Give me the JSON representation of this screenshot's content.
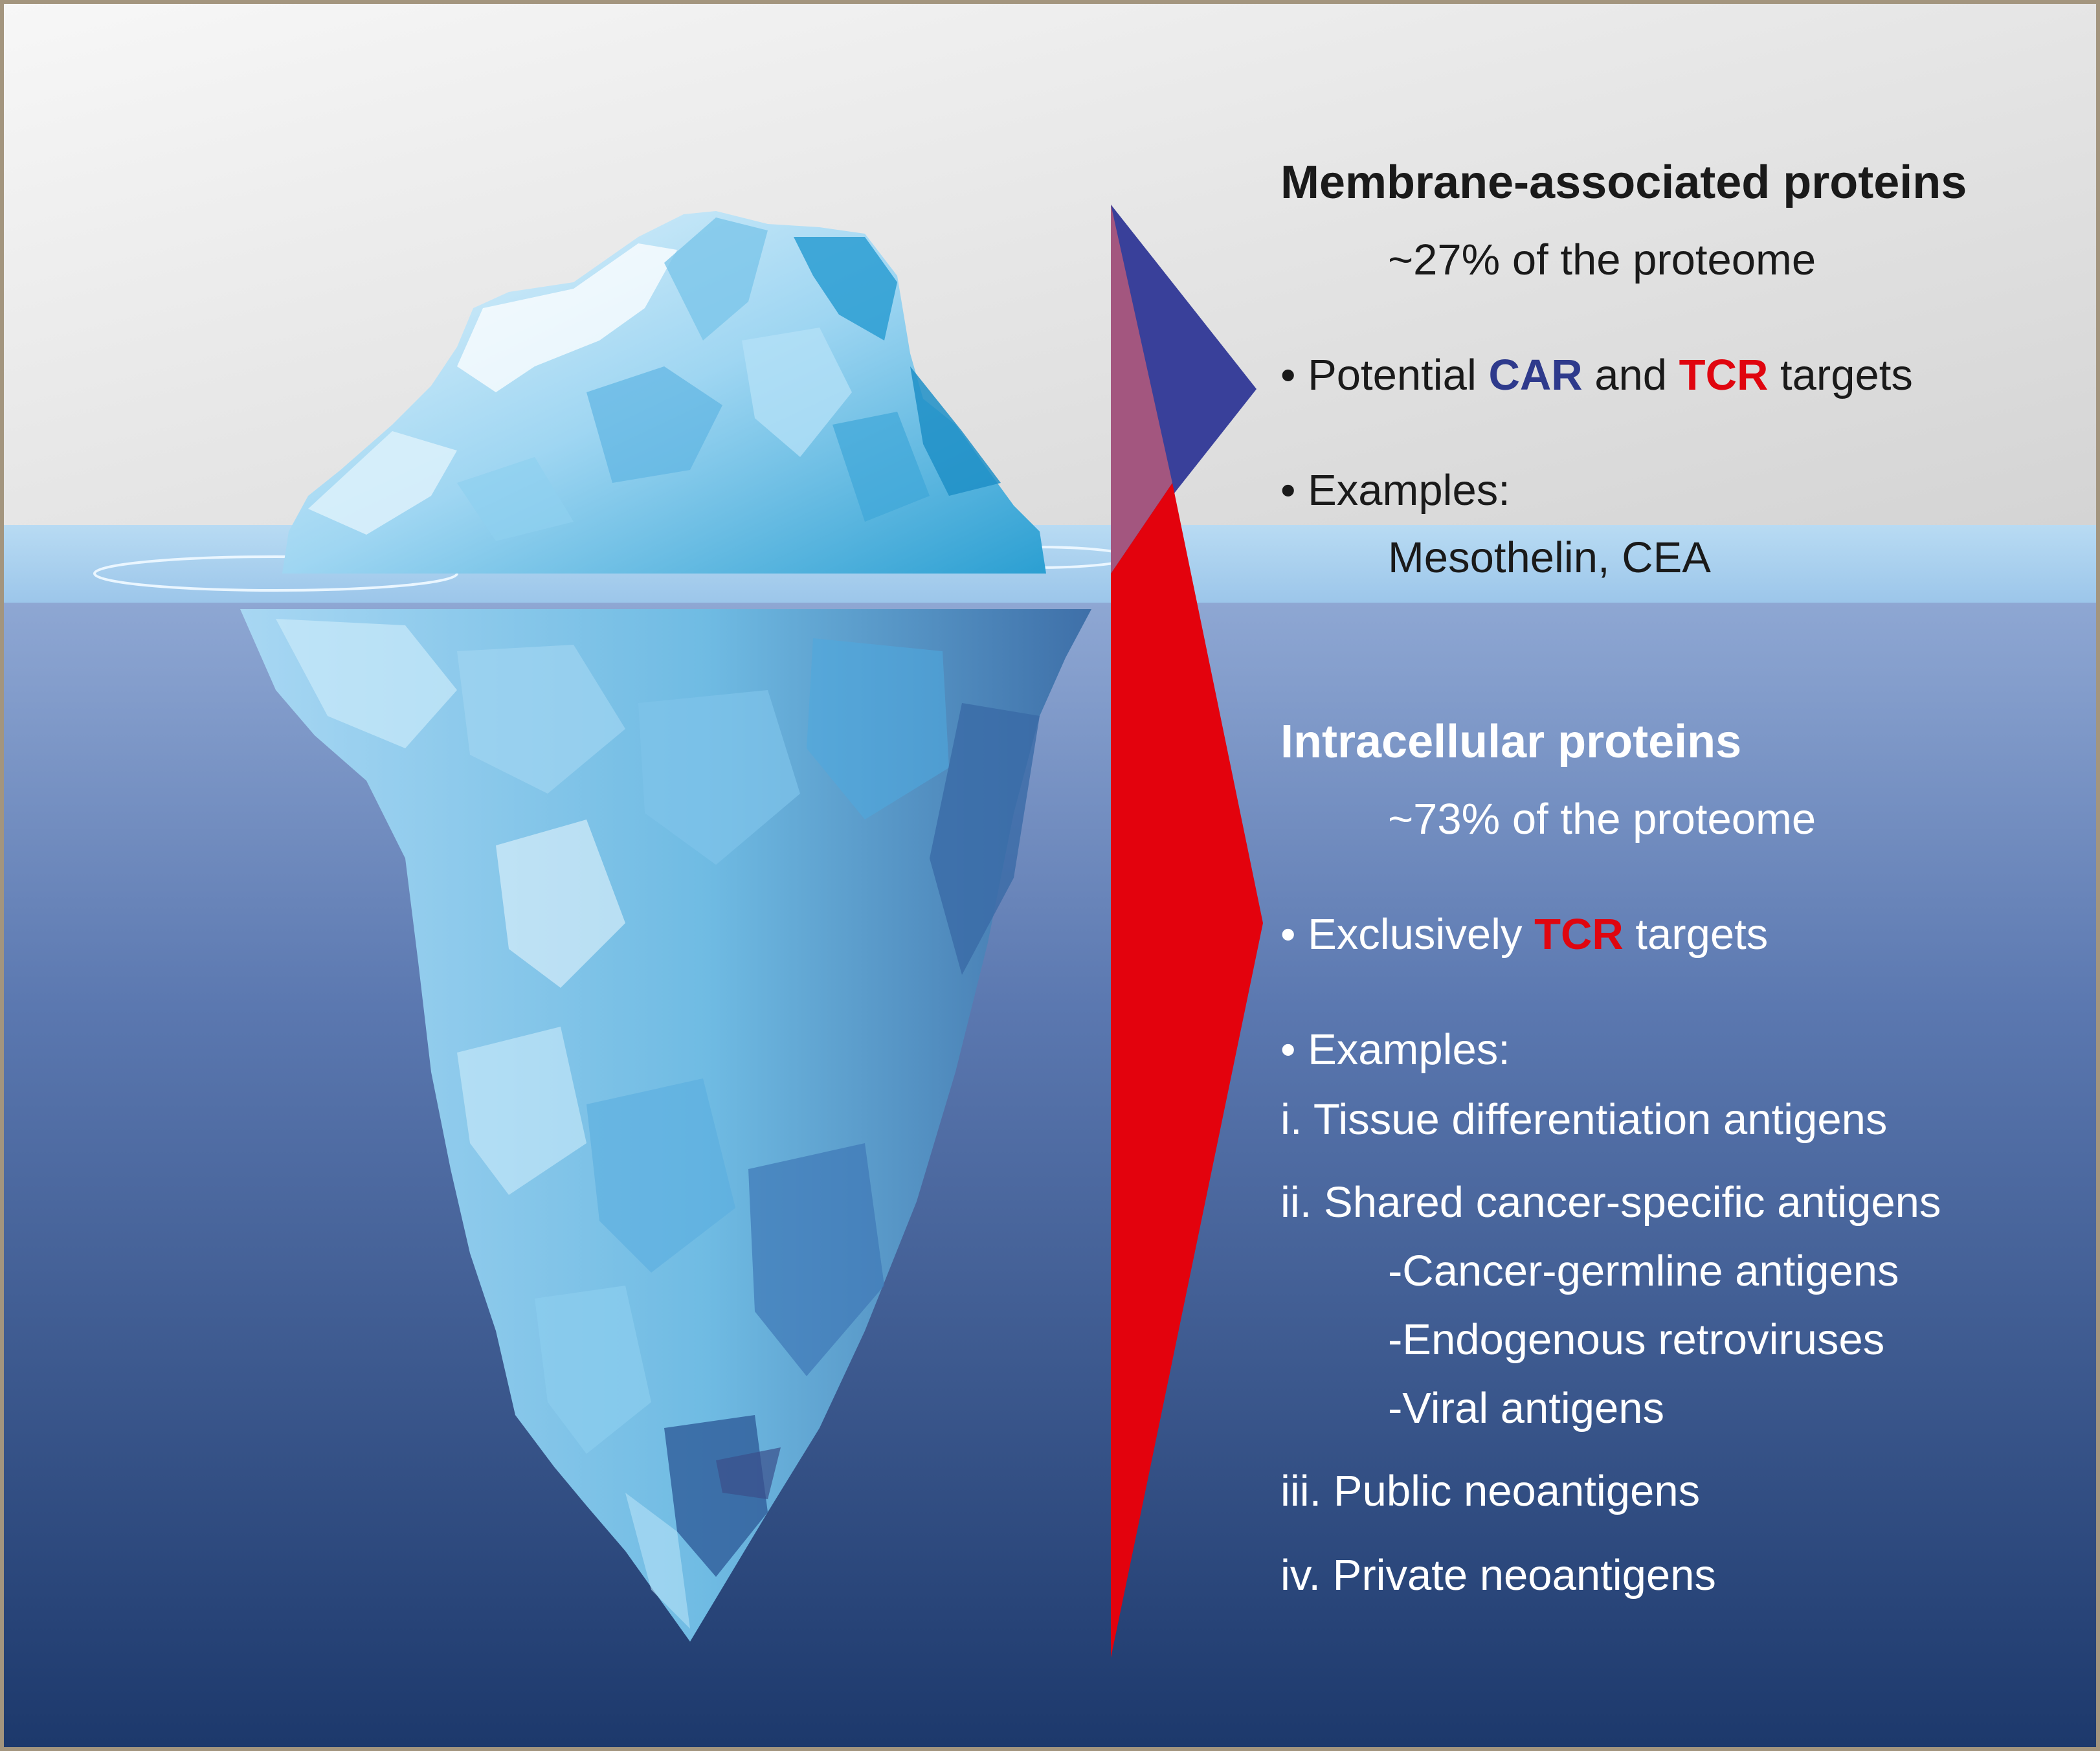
{
  "colors": {
    "sky_top": "#f5f5f5",
    "sky_bottom": "#d7d7d7",
    "waterline": "#a9d0ee",
    "sea_top": "#8aa3d0",
    "sea_bottom": "#1d3a6c",
    "car_blue": "#2e3a8c",
    "tcr_red": "#e0050f",
    "triangle_blue": "#39409a",
    "triangle_red": "#e3020d",
    "frame": "#a3957e"
  },
  "icons": [
    "iceberg-illustration",
    "membrane-pointer-triangle",
    "intracellular-pointer-triangle"
  ],
  "membrane": {
    "title": "Membrane-associated proteins",
    "share": "~27% of the proteome",
    "targets": {
      "bullet": "•",
      "prefix": "Potential",
      "car": "CAR",
      "middle": "and",
      "tcr": "TCR",
      "suffix": "targets"
    },
    "examples_label": "• Examples:",
    "examples": "Mesothelin, CEA"
  },
  "intracellular": {
    "title": "Intracellular proteins",
    "share": "~73% of the proteome",
    "targets": {
      "bullet": "•",
      "prefix": "Exclusively",
      "tcr": "TCR",
      "suffix": "targets"
    },
    "examples_label": "• Examples:",
    "items": [
      "i. Tissue differentiation antigens",
      "ii. Shared cancer-specific antigens",
      "iii. Public neoantigens",
      "iv. Private neoantigens"
    ],
    "subitems": [
      "-Cancer-germline antigens",
      "-Endogenous retroviruses",
      "-Viral antigens"
    ]
  }
}
